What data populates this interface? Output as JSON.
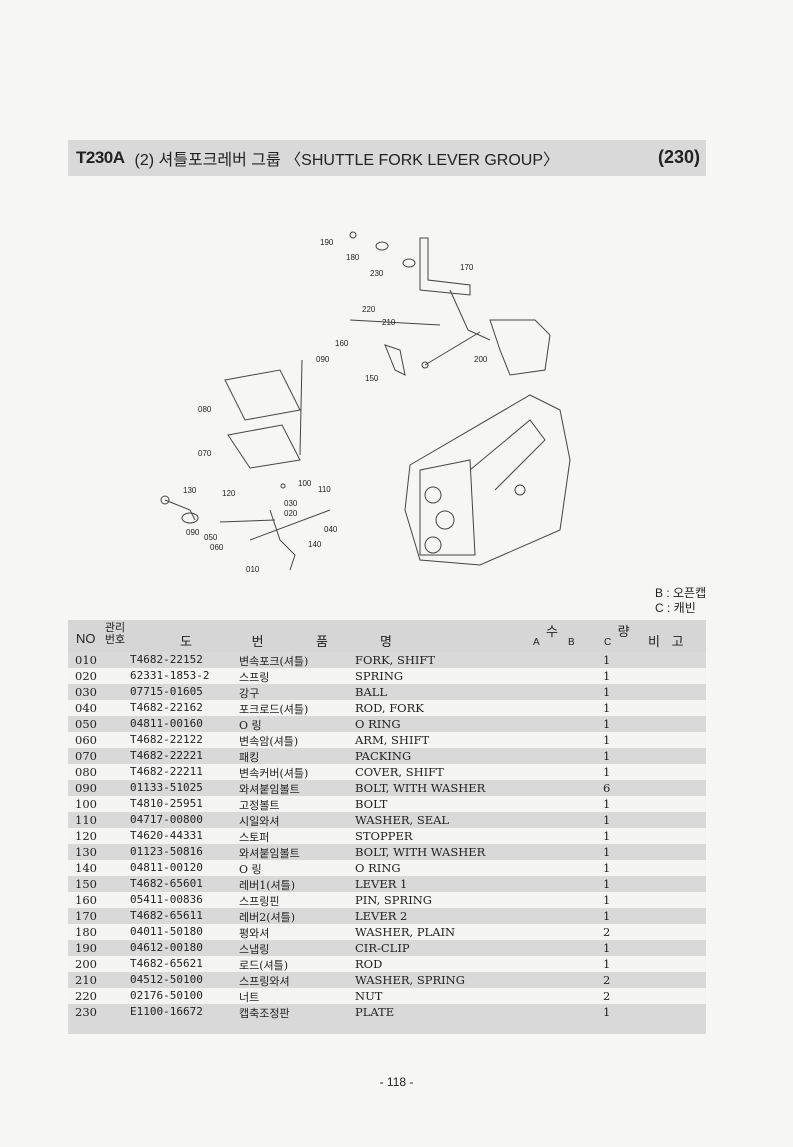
{
  "title": {
    "code": "T230A",
    "name": "(2) 셔틀포크레버 그룹 〈SHUTTLE FORK LEVER GROUP〉",
    "page_ref": "(230)"
  },
  "diagram": {
    "callouts": [
      "190",
      "180",
      "230",
      "170",
      "220",
      "210",
      "160",
      "090",
      "200",
      "150",
      "080",
      "070",
      "100",
      "110",
      "130",
      "120",
      "030",
      "020",
      "040",
      "140",
      "090",
      "050",
      "060",
      "010"
    ]
  },
  "legend": {
    "b": "B : 오픈캡",
    "c": "C : 캐빈"
  },
  "table": {
    "headers": {
      "no": "NO",
      "kanri": "관리 번호",
      "part_no": "도 번",
      "part_kr": "품",
      "part_en": "명",
      "qty": "수 량",
      "a": "A",
      "b": "B",
      "c": "C",
      "note": "비 고"
    },
    "rows": [
      {
        "no": "010",
        "part_no": "T4682-22152",
        "kr": "변속포크(셔틀)",
        "en": "FORK, SHIFT",
        "qty": "1"
      },
      {
        "no": "020",
        "part_no": "62331-1853-2",
        "kr": "스프링",
        "en": "SPRING",
        "qty": "1"
      },
      {
        "no": "030",
        "part_no": "07715-01605",
        "kr": "강구",
        "en": "BALL",
        "qty": "1"
      },
      {
        "no": "040",
        "part_no": "T4682-22162",
        "kr": "포크로드(셔틀)",
        "en": "ROD, FORK",
        "qty": "1"
      },
      {
        "no": "050",
        "part_no": "04811-00160",
        "kr": "O 링",
        "en": "O RING",
        "qty": "1"
      },
      {
        "no": "060",
        "part_no": "T4682-22122",
        "kr": "변속암(셔틀)",
        "en": "ARM, SHIFT",
        "qty": "1"
      },
      {
        "no": "070",
        "part_no": "T4682-22221",
        "kr": "패킹",
        "en": "PACKING",
        "qty": "1"
      },
      {
        "no": "080",
        "part_no": "T4682-22211",
        "kr": "변속커버(셔틀)",
        "en": "COVER, SHIFT",
        "qty": "1"
      },
      {
        "no": "090",
        "part_no": "01133-51025",
        "kr": "와셔붙임볼트",
        "en": "BOLT, WITH WASHER",
        "qty": "6"
      },
      {
        "no": "100",
        "part_no": "T4810-25951",
        "kr": "고정볼트",
        "en": "BOLT",
        "qty": "1"
      },
      {
        "no": "110",
        "part_no": "04717-00800",
        "kr": "시일와셔",
        "en": "WASHER, SEAL",
        "qty": "1"
      },
      {
        "no": "120",
        "part_no": "T4620-44331",
        "kr": "스토퍼",
        "en": "STOPPER",
        "qty": "1"
      },
      {
        "no": "130",
        "part_no": "01123-50816",
        "kr": "와셔붙임볼트",
        "en": "BOLT, WITH WASHER",
        "qty": "1"
      },
      {
        "no": "140",
        "part_no": "04811-00120",
        "kr": "O 링",
        "en": "O RING",
        "qty": "1"
      },
      {
        "no": "150",
        "part_no": "T4682-65601",
        "kr": "레버1(셔틀)",
        "en": "LEVER 1",
        "qty": "1"
      },
      {
        "no": "160",
        "part_no": "05411-00836",
        "kr": "스프링핀",
        "en": "PIN, SPRING",
        "qty": "1"
      },
      {
        "no": "170",
        "part_no": "T4682-65611",
        "kr": "레버2(셔틀)",
        "en": "LEVER 2",
        "qty": "1"
      },
      {
        "no": "180",
        "part_no": "04011-50180",
        "kr": "평와셔",
        "en": "WASHER, PLAIN",
        "qty": "2"
      },
      {
        "no": "190",
        "part_no": "04612-00180",
        "kr": "스냅링",
        "en": "CIR-CLIP",
        "qty": "1"
      },
      {
        "no": "200",
        "part_no": "T4682-65621",
        "kr": "로드(셔틀)",
        "en": "ROD",
        "qty": "1"
      },
      {
        "no": "210",
        "part_no": "04512-50100",
        "kr": "스프링와셔",
        "en": "WASHER, SPRING",
        "qty": "2"
      },
      {
        "no": "220",
        "part_no": "02176-50100",
        "kr": "너트",
        "en": "NUT",
        "qty": "2"
      },
      {
        "no": "230",
        "part_no": "E1100-16672",
        "kr": "캡축조정판",
        "en": "PLATE",
        "qty": "1"
      }
    ]
  },
  "footer": {
    "page_number": "- 118 -"
  }
}
